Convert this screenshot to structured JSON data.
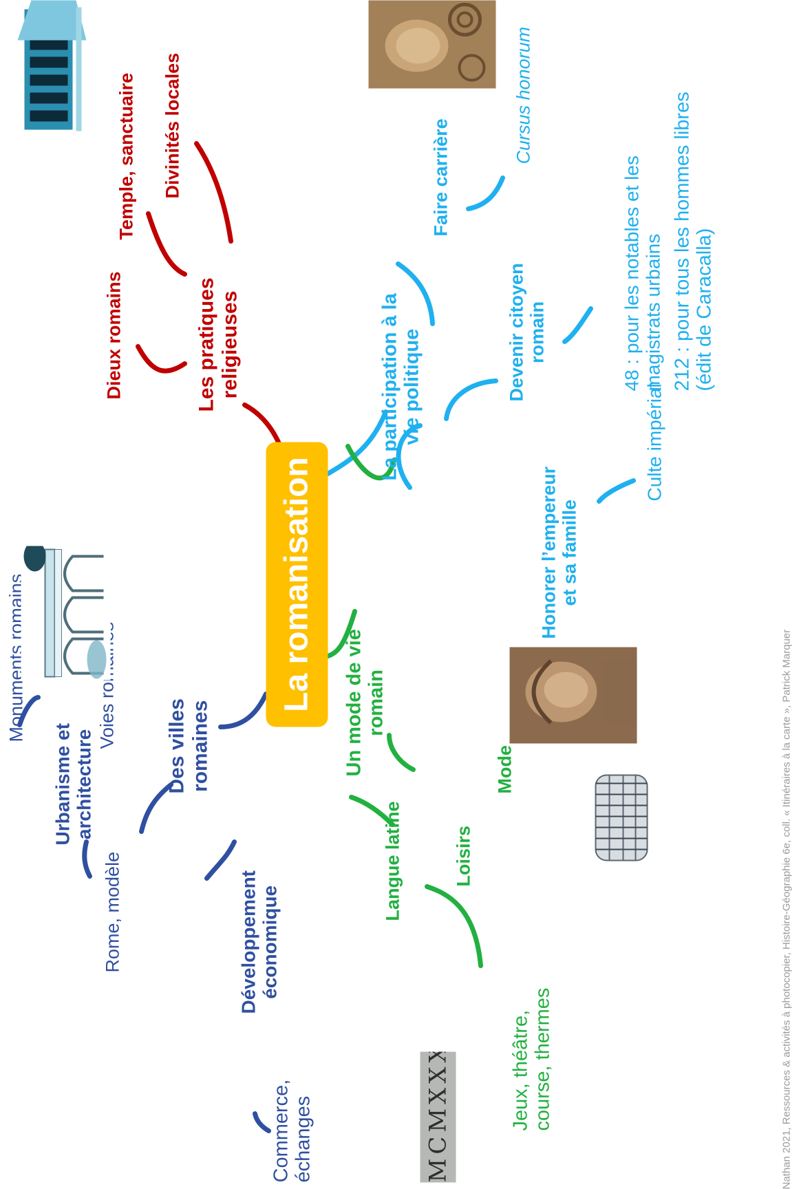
{
  "center": {
    "title": "La romanisation",
    "color": "#ffc000"
  },
  "colors": {
    "religion": "#c00000",
    "villes": "#2f4fa0",
    "politique": "#1fb0ef",
    "mode_de_vie": "#22b040"
  },
  "religion": {
    "title_line1": "Les pratiques",
    "title_line2": "religieuses",
    "items": [
      "Dieux romains",
      "Temple, sanctuaire",
      "Divinités locales"
    ]
  },
  "villes": {
    "title_line1": "Des villes",
    "title_line2": "romaines",
    "urbanisme_line1": "Urbanisme et",
    "urbanisme_line2": "architecture",
    "monuments": "Monuments romains",
    "voies": "Voies romaines",
    "rome": "Rome, modèle",
    "dev_line1": "Développement",
    "dev_line2": "économique",
    "commerce_line1": "Commerce,",
    "commerce_line2": "échanges"
  },
  "politique": {
    "title_line1": "La participation à la",
    "title_line2": "vie politique",
    "carriere": "Faire carrière",
    "cursus": "Cursus honorum",
    "citoyen_line1": "Devenir citoyen",
    "citoyen_line2": "romain",
    "date48_line1": "48 : pour les notables et les",
    "date48_line2": "magistrats urbains",
    "date212_line1": "212 : pour tous les hommes libres",
    "date212_line2": "(édit de Caracalla)",
    "empereur_line1": "Honorer l’empereur",
    "empereur_line2": "et sa famille",
    "culte": "Culte impérial"
  },
  "mode_de_vie": {
    "title_line1": "Un mode de vie",
    "title_line2": "romain",
    "mode": "Mode",
    "loisirs": "Loisirs",
    "jeux_line1": "Jeux, théâtre,",
    "jeux_line2": "course, thermes",
    "langue": "Langue latine",
    "inscription": "MCMXXX"
  },
  "footer": "Nathan 2021, Ressources & activités à photocopier, Histoire-Géographie 6e, coll. « Itinéraires à la carte », Patrick Marquer",
  "images": [
    "temple-image",
    "bust-image",
    "aqueduct-image",
    "woman-bust-image",
    "colosseum-image",
    "latin-inscription-image"
  ]
}
